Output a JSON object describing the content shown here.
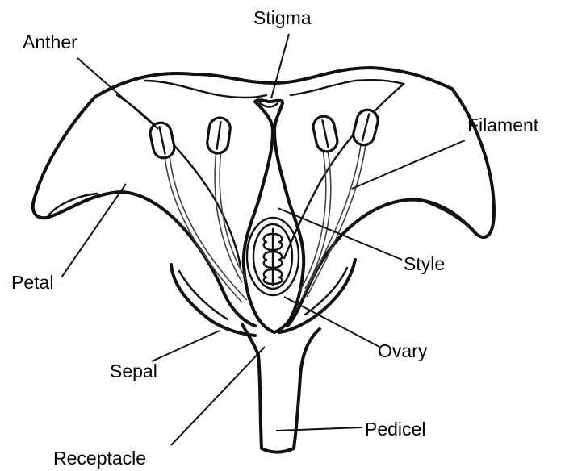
{
  "labels": {
    "stigma": "Stigma",
    "anther": "Anther",
    "filament": "Filament",
    "petal": "Petal",
    "style": "Style",
    "sepal": "Sepal",
    "ovary": "Ovary",
    "pedicel": "Pedicel",
    "receptacle": "Receptacle"
  }
}
